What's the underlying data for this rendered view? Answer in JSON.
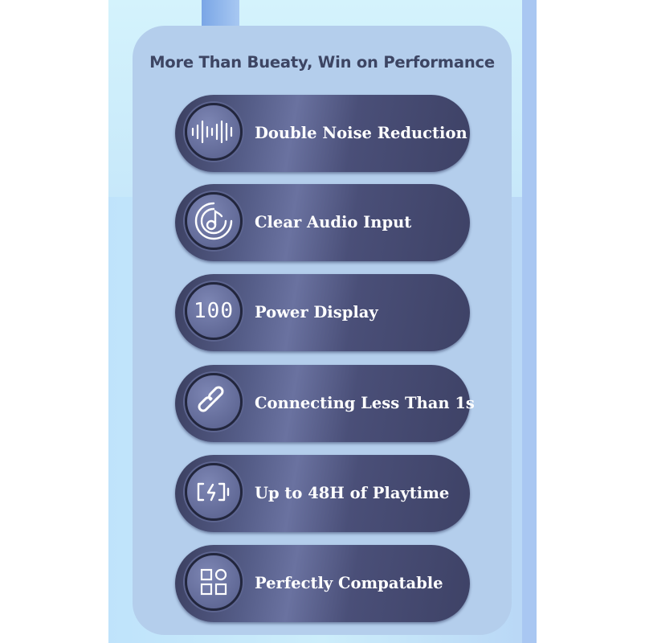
{
  "title": "More Than Bueaty, Win on Performance",
  "features": [
    {
      "label": "Double Noise Reduction",
      "icon": "sound-wave-icon"
    },
    {
      "label": "Clear Audio Input",
      "icon": "music-disc-icon"
    },
    {
      "label": "Power Display",
      "icon": "digital-display-icon",
      "display_value": "100"
    },
    {
      "label": "Connecting Less Than 1s",
      "icon": "link-icon"
    },
    {
      "label": "Up to 48H of Playtime",
      "icon": "battery-charging-icon"
    },
    {
      "label": "Perfectly Compatable",
      "icon": "apps-grid-icon"
    }
  ]
}
